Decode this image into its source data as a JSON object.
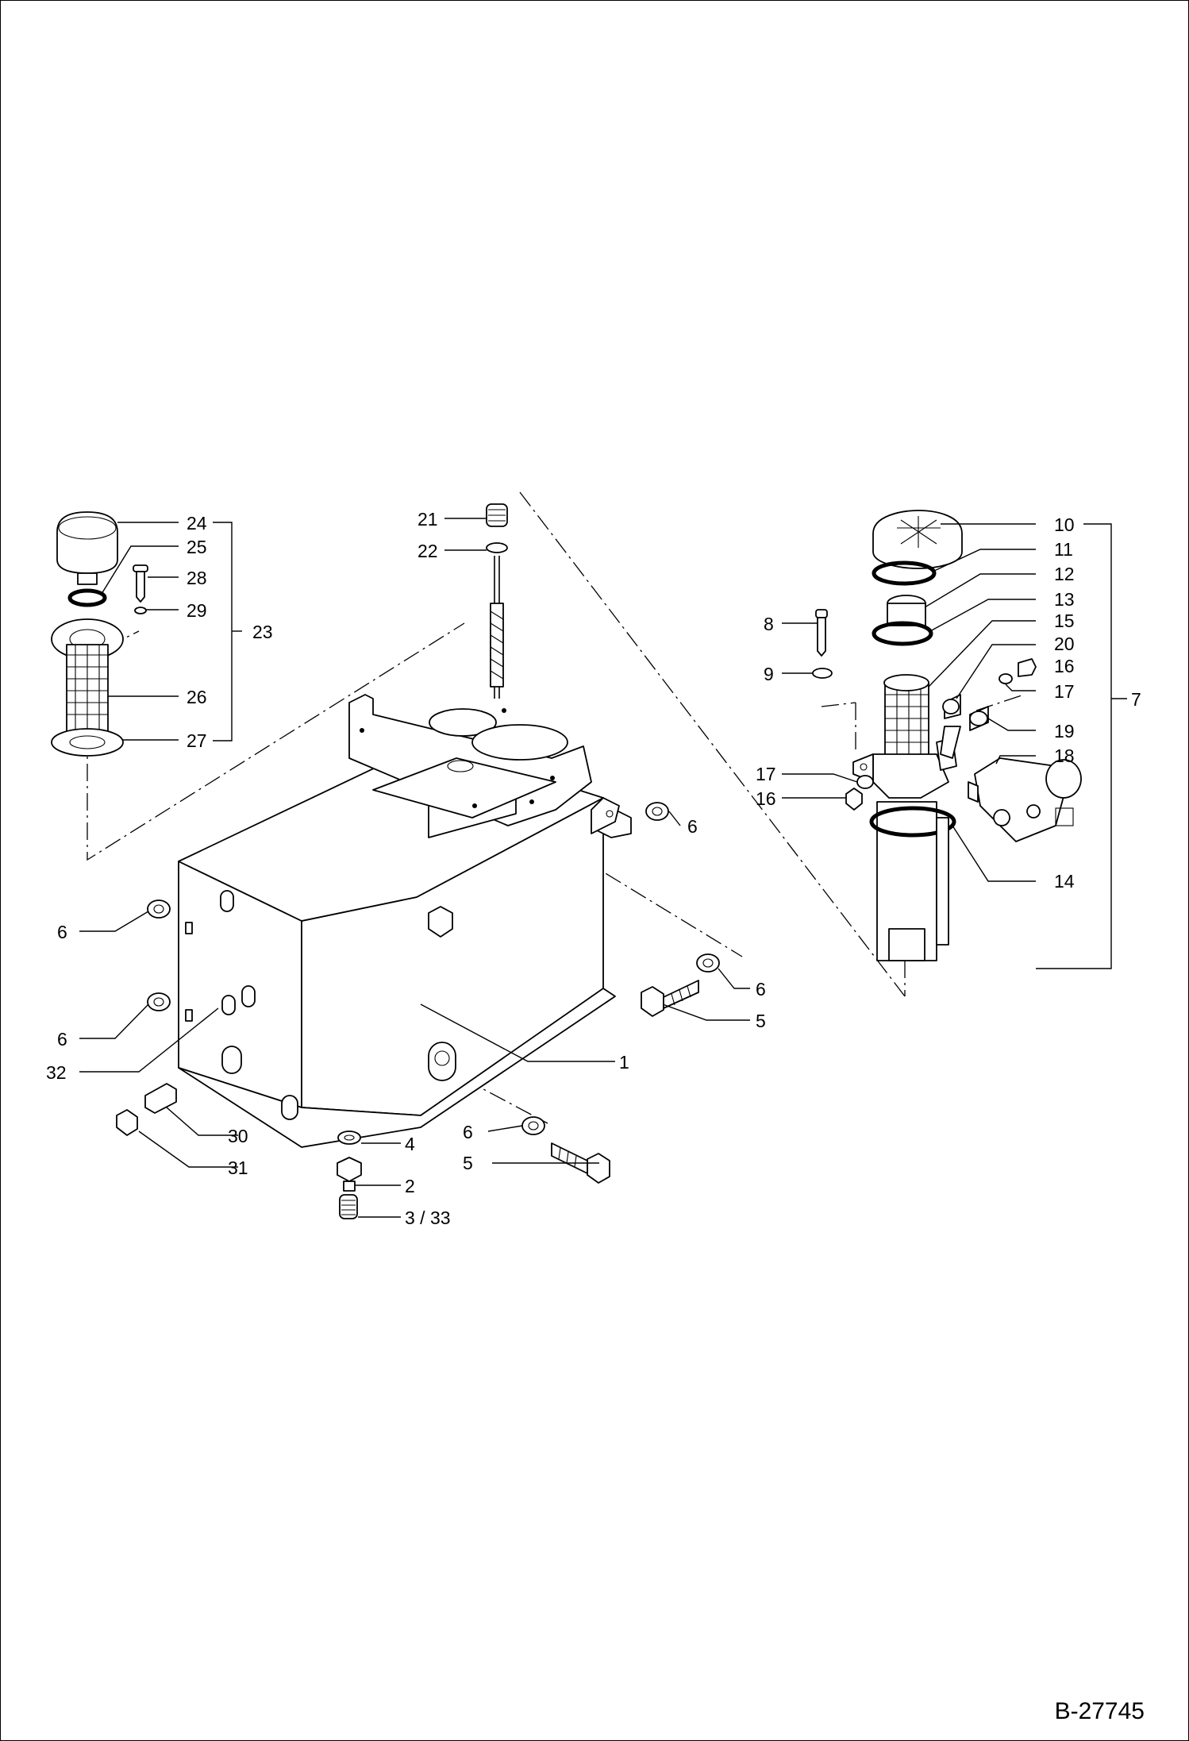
{
  "document": {
    "reference": "B-27745"
  },
  "diagram": {
    "labels": [
      {
        "id": "1",
        "text": "1"
      },
      {
        "id": "2",
        "text": "2"
      },
      {
        "id": "3_33",
        "text": "3 / 33"
      },
      {
        "id": "4",
        "text": "4"
      },
      {
        "id": "5a",
        "text": "5"
      },
      {
        "id": "5b",
        "text": "5"
      },
      {
        "id": "6a",
        "text": "6"
      },
      {
        "id": "6b",
        "text": "6"
      },
      {
        "id": "6c",
        "text": "6"
      },
      {
        "id": "6d",
        "text": "6"
      },
      {
        "id": "6e",
        "text": "6"
      },
      {
        "id": "7",
        "text": "7"
      },
      {
        "id": "8",
        "text": "8"
      },
      {
        "id": "9",
        "text": "9"
      },
      {
        "id": "10",
        "text": "10"
      },
      {
        "id": "11",
        "text": "11"
      },
      {
        "id": "12",
        "text": "12"
      },
      {
        "id": "13",
        "text": "13"
      },
      {
        "id": "14",
        "text": "14"
      },
      {
        "id": "15",
        "text": "15"
      },
      {
        "id": "16a",
        "text": "16"
      },
      {
        "id": "16b",
        "text": "16"
      },
      {
        "id": "17a",
        "text": "17"
      },
      {
        "id": "17b",
        "text": "17"
      },
      {
        "id": "18",
        "text": "18"
      },
      {
        "id": "19",
        "text": "19"
      },
      {
        "id": "20",
        "text": "20"
      },
      {
        "id": "21",
        "text": "21"
      },
      {
        "id": "22",
        "text": "22"
      },
      {
        "id": "23",
        "text": "23"
      },
      {
        "id": "24",
        "text": "24"
      },
      {
        "id": "25",
        "text": "25"
      },
      {
        "id": "26",
        "text": "26"
      },
      {
        "id": "27",
        "text": "27"
      },
      {
        "id": "28",
        "text": "28"
      },
      {
        "id": "29",
        "text": "29"
      },
      {
        "id": "30",
        "text": "30"
      },
      {
        "id": "31",
        "text": "31"
      },
      {
        "id": "32",
        "text": "32"
      }
    ]
  }
}
